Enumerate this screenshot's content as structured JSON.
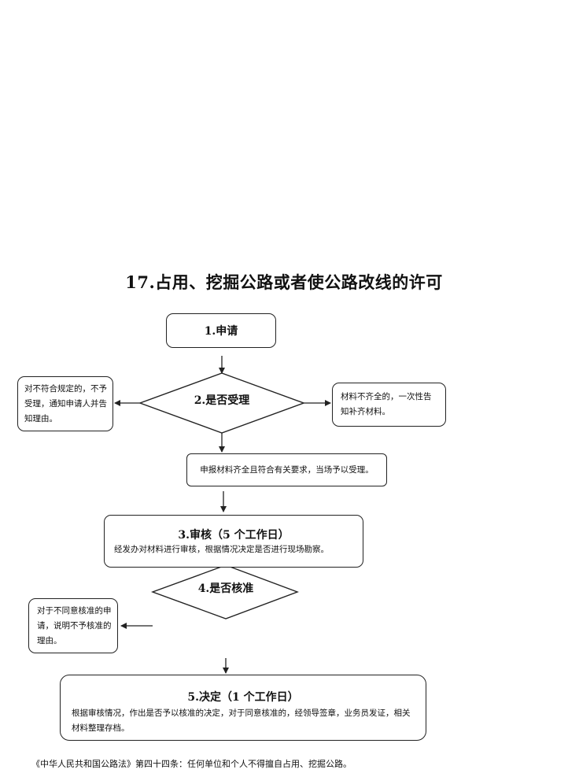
{
  "title": "17.占用、挖掘公路或者使公路改线的许可",
  "steps": {
    "apply": "1.申请",
    "accept_decision": "2.是否受理",
    "reject_notice": "对不符合规定的，不予受理，通知申请人并告知理由。",
    "supplement_notice": "材料不齐全的，一次性告知补齐材料。",
    "accepted": "申报材料齐全且符合有关要求，当场予以受理。",
    "review_title": "3.审核（5 个工作日）",
    "review_desc": "经发办对材料进行审核，根据情况决定是否进行现场勘察。",
    "approve_decision": "4.是否核准",
    "deny_notice": "对于不同意核准的申请，说明不予核准的理由。",
    "decision_title": "5.决定（1 个工作日）",
    "decision_desc": "根据审核情况，作出是否予以核准的决定，对于同意核准的，经领导签章，业务员发证，相关材料整理存档。"
  },
  "footer": "《中华人民共和国公路法》第四十四条：任何单位和个人不得擅自占用、挖掘公路。"
}
